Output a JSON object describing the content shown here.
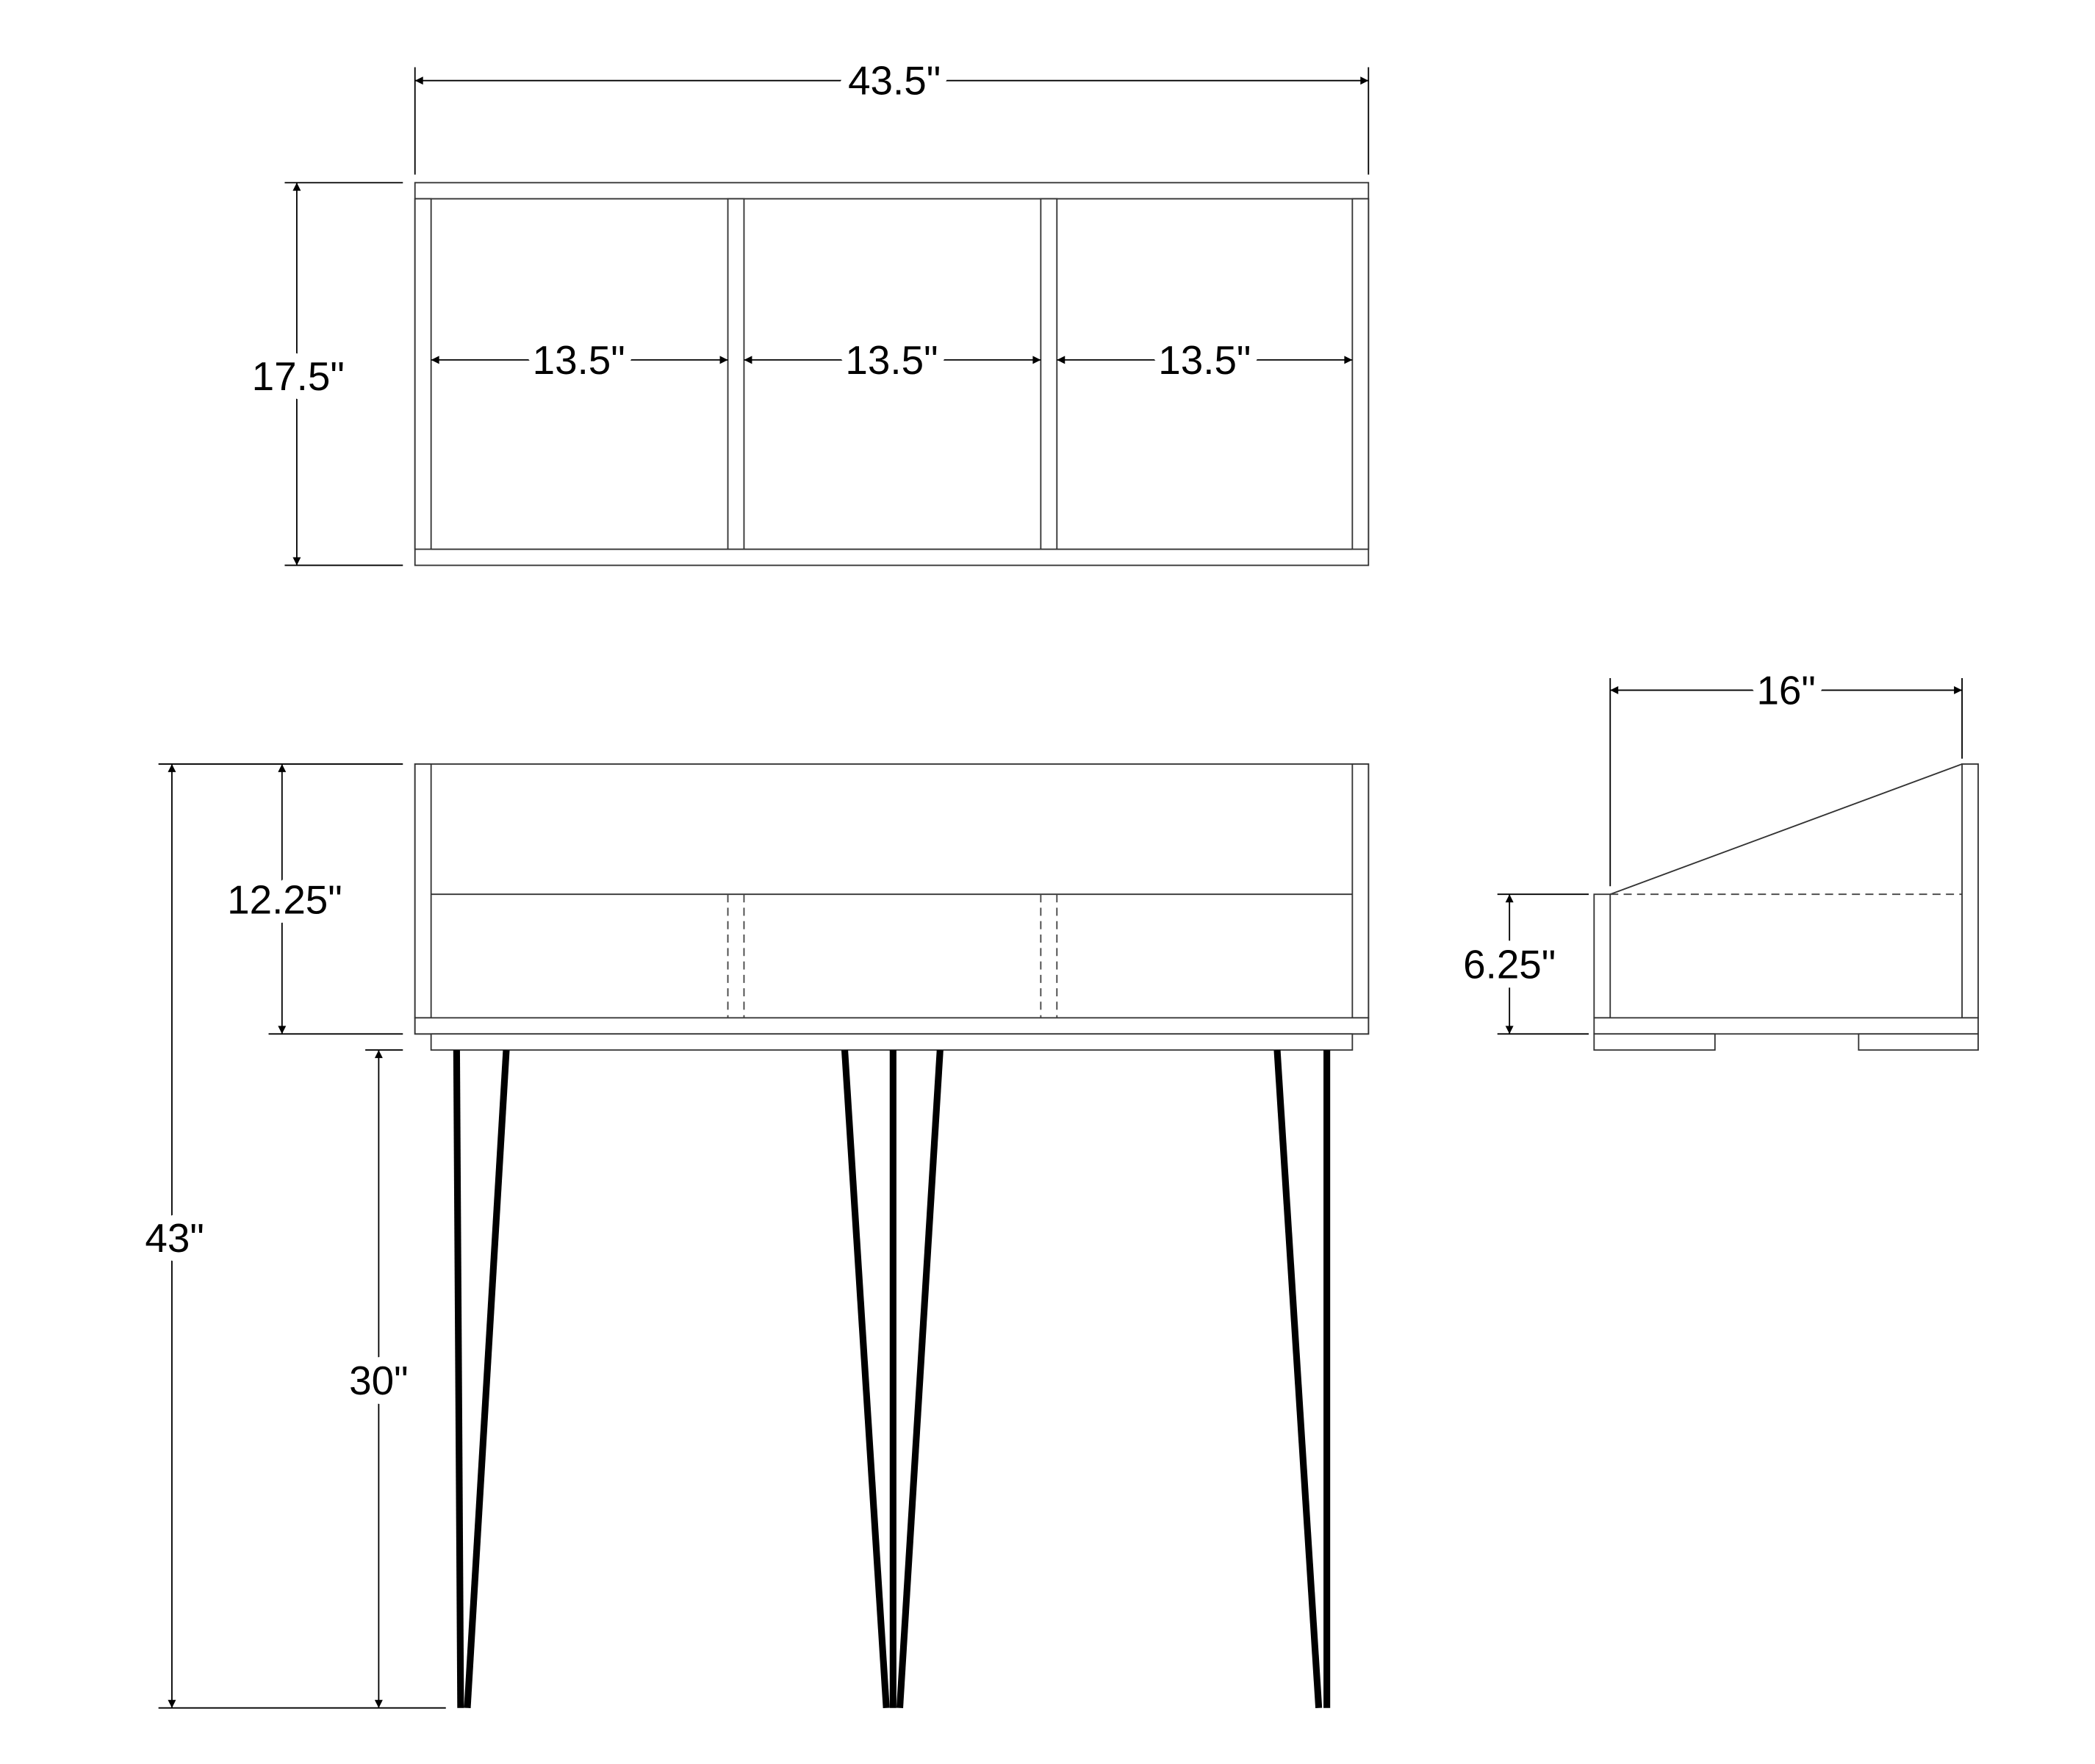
{
  "dimensions": {
    "top_width": "43.5\"",
    "top_depth": "17.5\"",
    "compartment_1": "13.5\"",
    "compartment_2": "13.5\"",
    "compartment_3": "13.5\"",
    "total_height": "43\"",
    "hutch_height": "12.25\"",
    "leg_height": "30\"",
    "side_depth": "16\"",
    "front_panel_height": "6.25\""
  },
  "colors": {
    "line": "#333333",
    "leg": "#000000",
    "background": "#ffffff"
  }
}
